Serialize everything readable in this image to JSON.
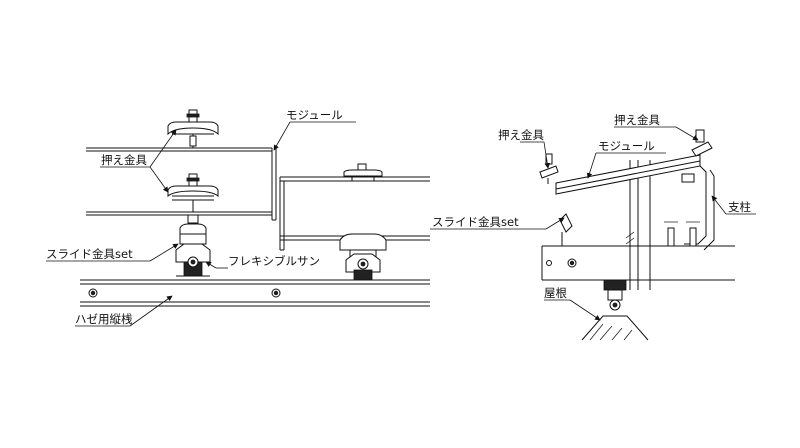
{
  "labels": {
    "module_left": "モジュール",
    "clamp_left": "押え金具",
    "slide_left": "スライド金具set",
    "flexible": "フレキシブルサン",
    "haze": "ハゼ用縦桟",
    "clamp_right": "押え金具",
    "clamp_right2": "押え金具",
    "module_right": "モジュール",
    "support": "支柱",
    "slide_right": "スライド金具set",
    "roof": "屋根"
  },
  "colors": {
    "line": "#111111",
    "background": "#ffffff"
  }
}
